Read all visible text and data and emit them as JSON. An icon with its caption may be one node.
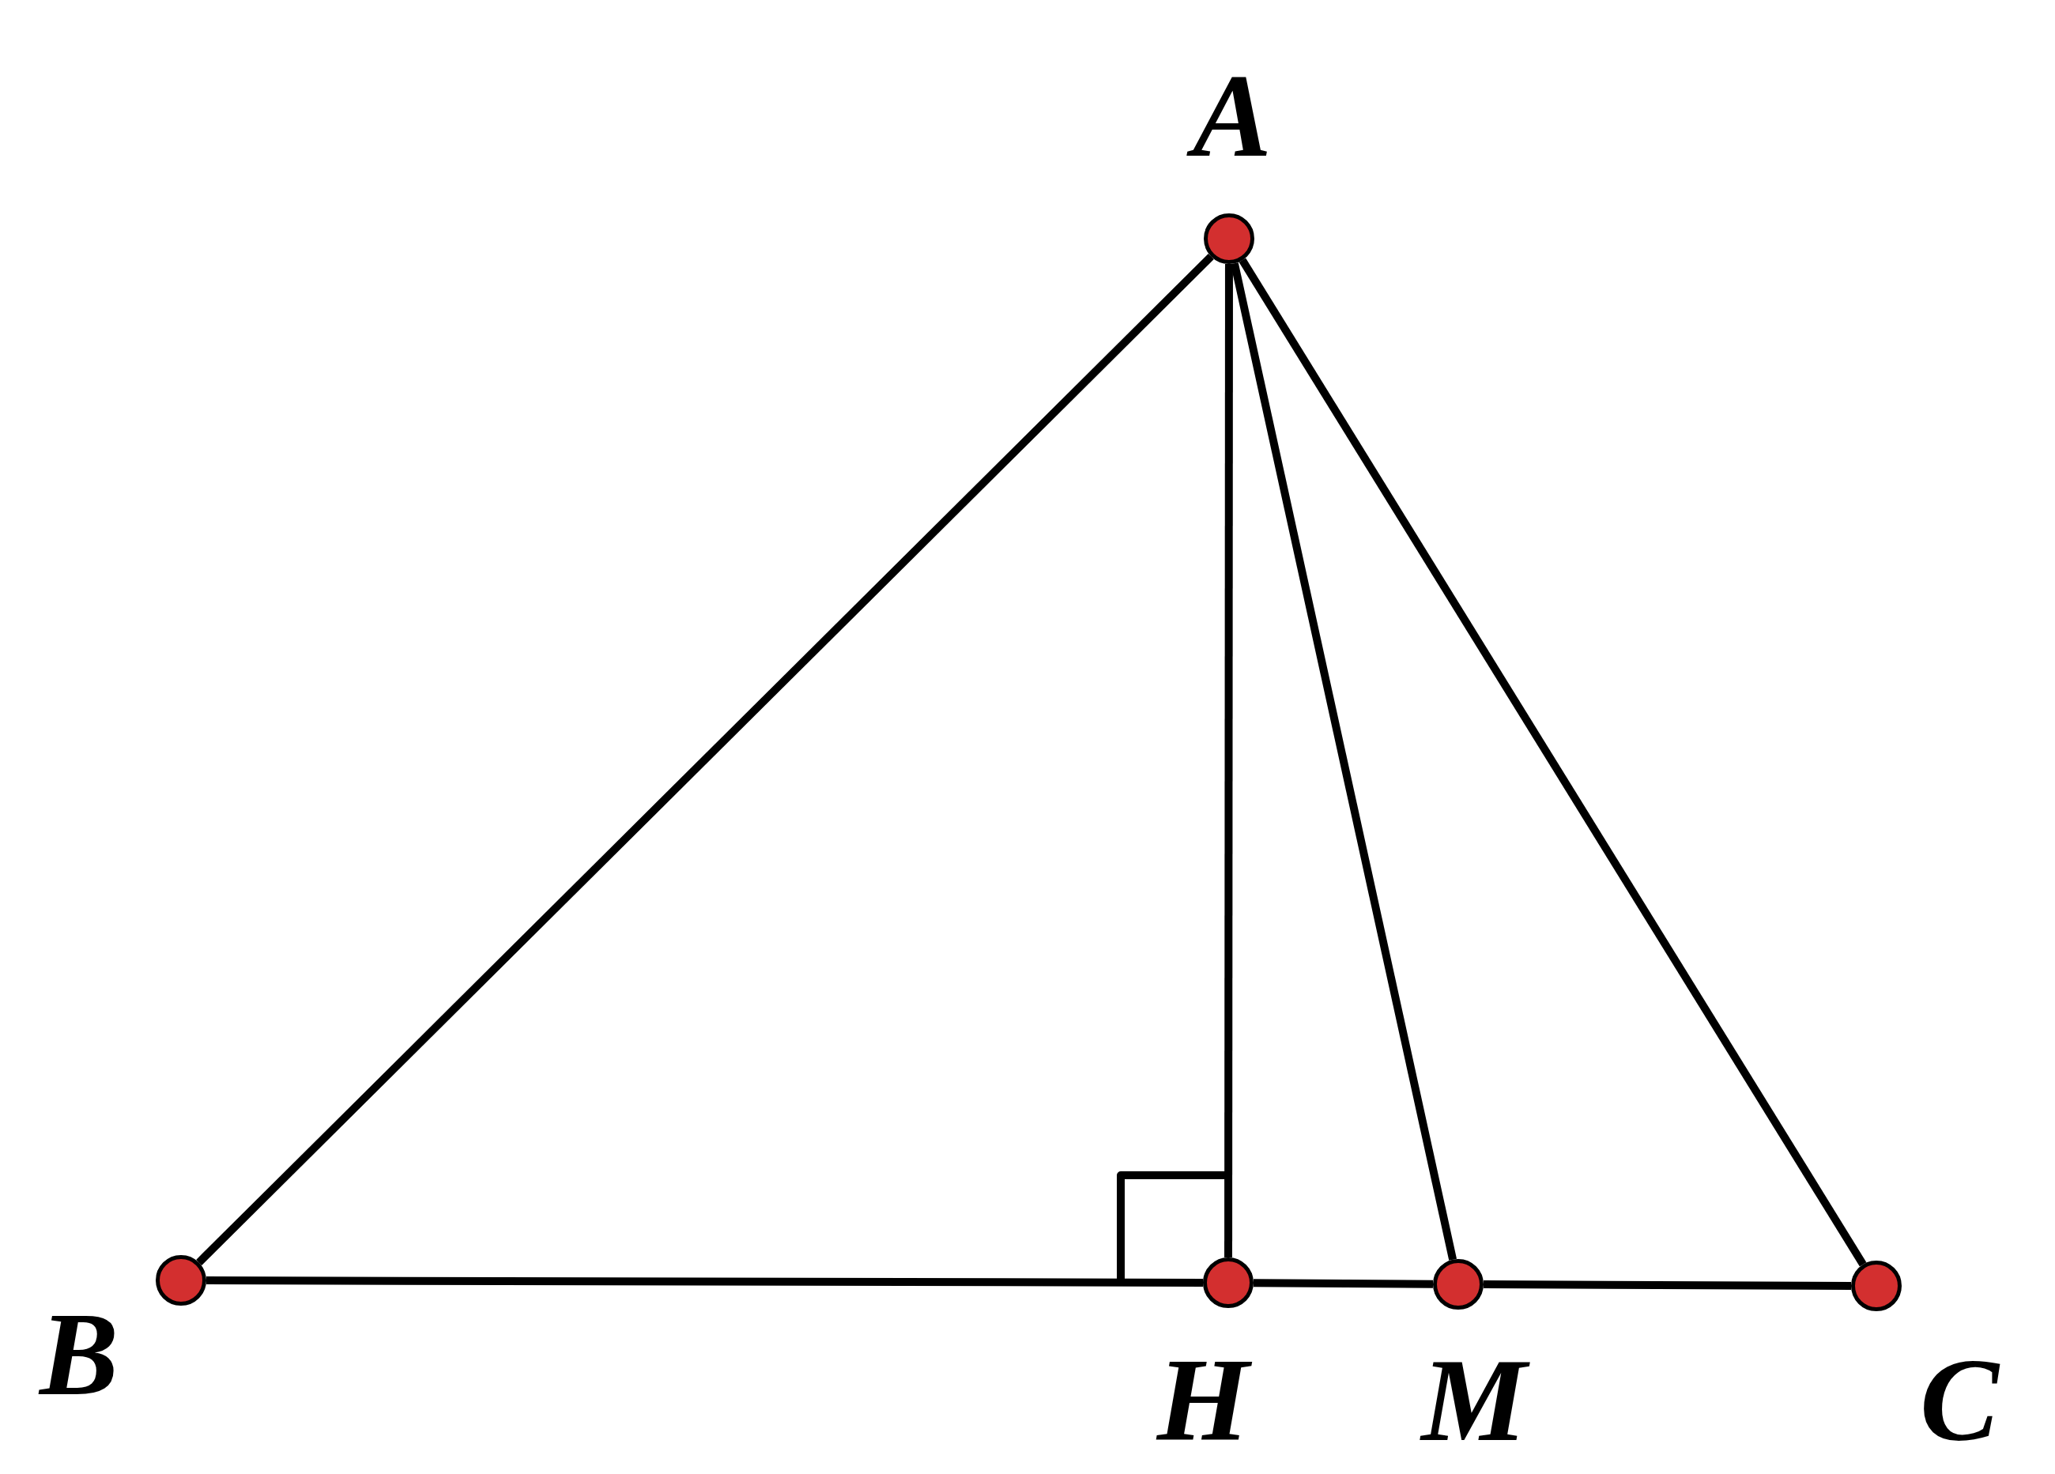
{
  "diagram": {
    "nodes": [
      {
        "text": [],
        "shape": "circle",
        "beside": [
          "A"
        ]
      },
      {
        "text": [],
        "shape": "circle",
        "beside": [
          "B"
        ]
      },
      {
        "text": [],
        "shape": "circle",
        "beside": [
          "H"
        ]
      },
      {
        "text": [],
        "shape": "circle",
        "beside": [
          "M"
        ]
      },
      {
        "text": [],
        "shape": "circle",
        "beside": [
          "C"
        ]
      }
    ],
    "edges": [
      {
        "from": 1,
        "to": 0,
        "arrow": "none"
      },
      {
        "from": 0,
        "to": 4,
        "arrow": "none"
      },
      {
        "from": 0,
        "to": 2,
        "arrow": "none"
      },
      {
        "from": 0,
        "to": 3,
        "arrow": "none"
      },
      {
        "from": 1,
        "to": 2,
        "arrow": "none"
      },
      {
        "from": 2,
        "to": 3,
        "arrow": "none"
      },
      {
        "from": 3,
        "to": 4,
        "arrow": "none"
      }
    ]
  }
}
